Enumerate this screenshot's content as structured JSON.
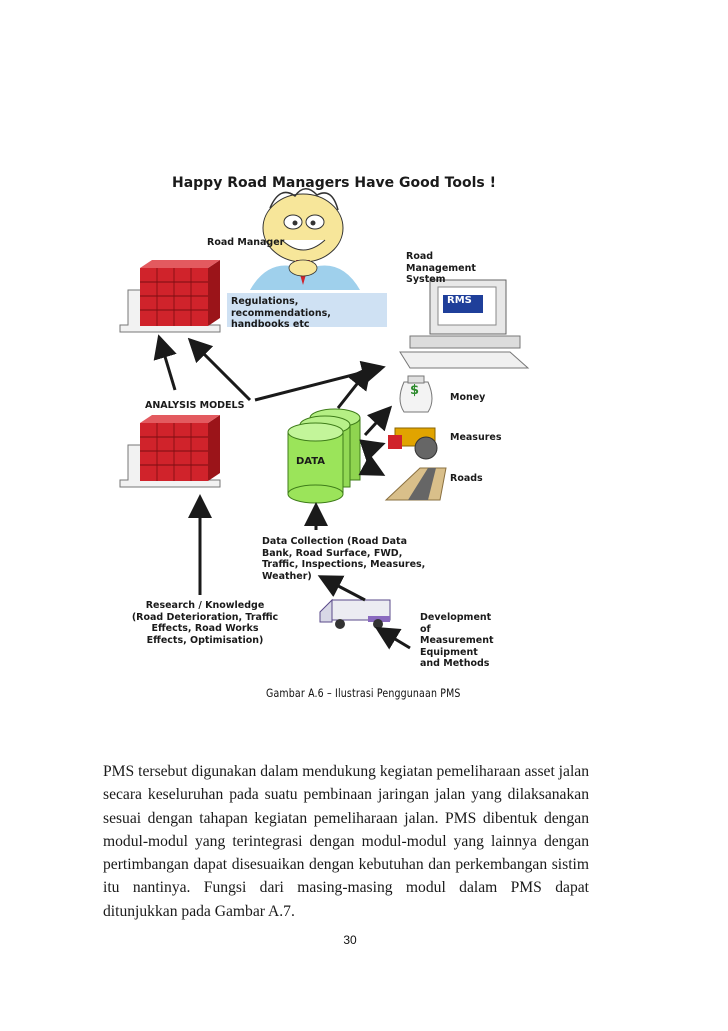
{
  "figure": {
    "title": "Happy Road Managers Have Good Tools !",
    "labels": {
      "road_manager": "Road Manager",
      "regulations": "Regulations, recommendations, handbooks etc",
      "rms_system": "Road Management System",
      "rms_screen": "RMS",
      "analysis_models": "ANALYSIS MODELS",
      "data": "DATA",
      "money": "Money",
      "money_symbol": "$",
      "measures": "Measures",
      "roads": "Roads",
      "data_collection": "Data Collection (Road Data Bank, Road Surface, FWD, Traffic, Inspections, Measures, Weather)",
      "research": "Research / Knowledge (Road Deterioration, Traffic Effects, Road Works Effects, Optimisation)",
      "development": "Development of Measurement Equipment and Methods"
    }
  },
  "caption": "Gambar A.6 – Ilustrasi Penggunaan PMS",
  "body": "PMS tersebut digunakan dalam mendukung kegiatan pemeliharaan asset jalan secara keseluruhan pada suatu pembinaan jaringan jalan yang dilaksanakan sesuai dengan tahapan kegiatan pemeliharaan jalan. PMS dibentuk dengan modul-modul yang terintegrasi dengan modul-modul yang lainnya dengan pertimbangan dapat disesuaikan dengan kebutuhan dan perkembangan sistim itu nantinya. Fungsi dari masing-masing modul dalam PMS dapat ditunjukkan pada Gambar A.7.",
  "page_number": "30",
  "colors": {
    "book_red": "#d0232b",
    "data_green": "#9be45a",
    "reg_box": "#cfe1f3",
    "text": "#1a1a1a"
  }
}
